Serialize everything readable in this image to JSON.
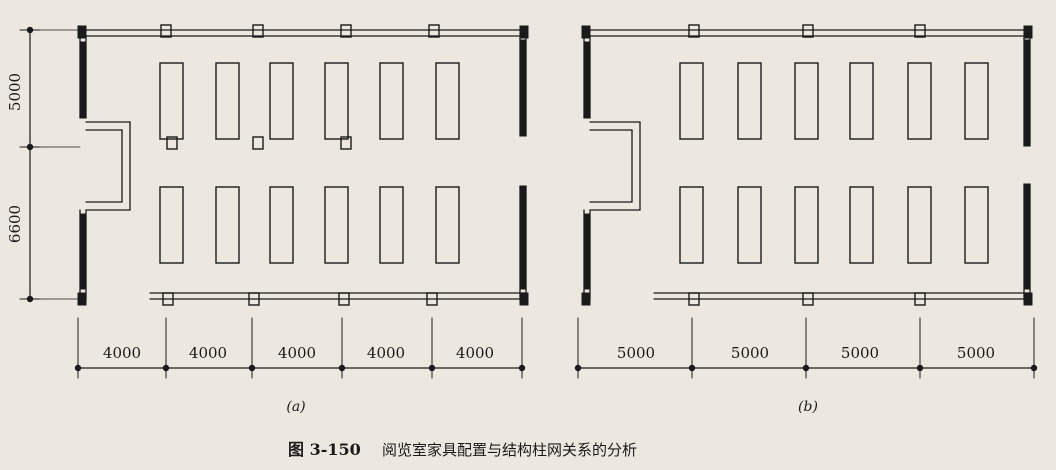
{
  "figure": {
    "caption_number": "图 3-150",
    "caption_text": "阅览室家具配置与结构柱网关系的分析"
  },
  "plan_a": {
    "sub_label": "(a)",
    "bay_widths": [
      "4000",
      "4000",
      "4000",
      "4000",
      "4000"
    ],
    "row_depths": [
      "5000",
      "6600"
    ],
    "table_rows": 2,
    "tables_per_row": 6
  },
  "plan_b": {
    "sub_label": "(b)",
    "bay_widths": [
      "5000",
      "5000",
      "5000",
      "5000"
    ],
    "table_rows": 2,
    "tables_per_row": 6
  },
  "colors": {
    "ink": "#1a1a1a",
    "paper": "#ece8e0"
  }
}
